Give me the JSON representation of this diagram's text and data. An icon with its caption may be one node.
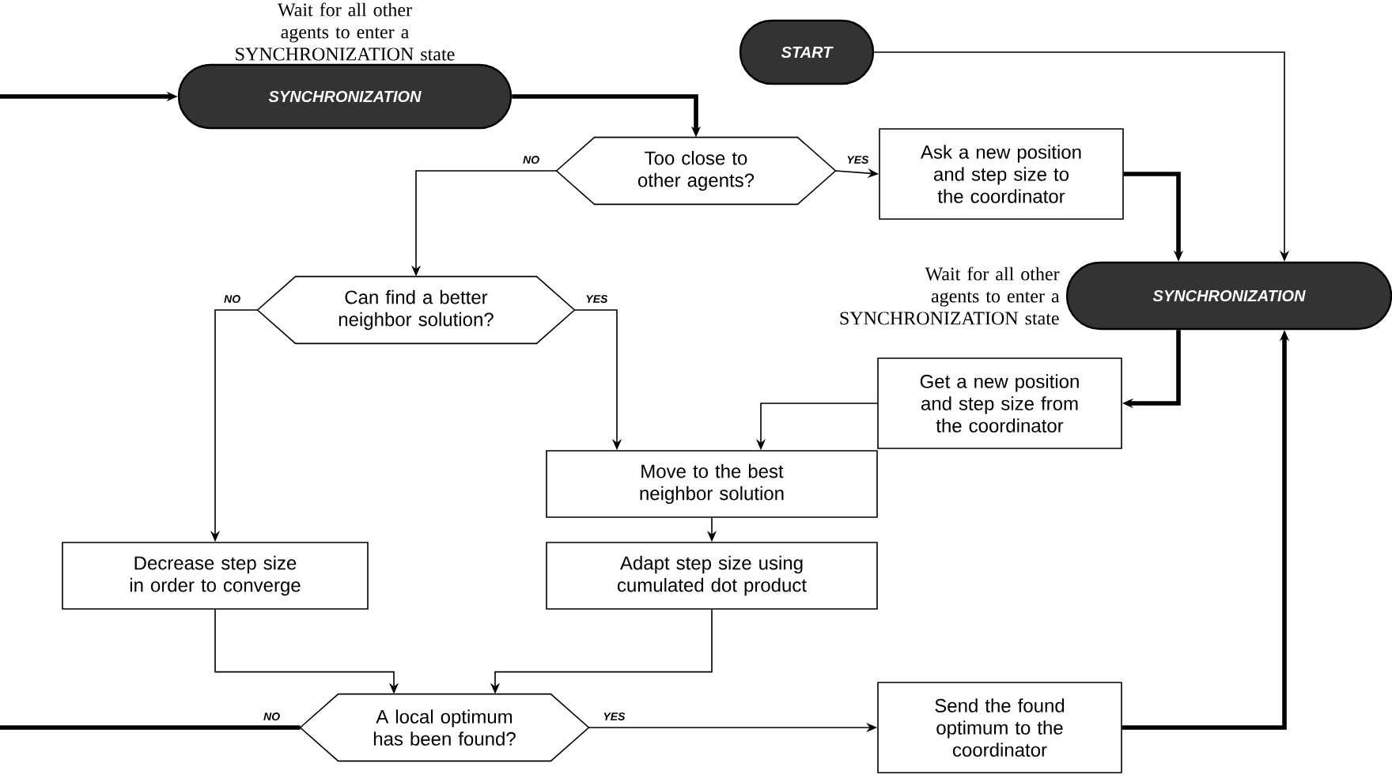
{
  "diagram": {
    "nodes": [
      {
        "text": [
          "SYNCHRONIZATION"
        ],
        "beside": [
          "Wait for all other agents to enter a SYNCHRONIZATION state"
        ]
      },
      {
        "text": [
          "START"
        ]
      },
      {
        "text": [
          "Too close to other agents?"
        ]
      },
      {
        "text": [
          "Ask a new position and step size to the coordinator"
        ]
      },
      {
        "text": [
          "SYNCHRONIZATION"
        ],
        "beside": [
          "Wait for all other agents to enter a SYNCHRONIZATION state"
        ]
      },
      {
        "text": [
          "Can find a better neighbor solution?"
        ]
      },
      {
        "text": [
          "Get a new position and step size from the coordinator"
        ]
      },
      {
        "text": [
          "Move to the best neighbor solution"
        ]
      },
      {
        "text": [
          "Decrease step size in order to converge"
        ]
      },
      {
        "text": [
          "Adapt step size using cumulated dot product"
        ]
      },
      {
        "text": [
          "A local optimum has been found?"
        ]
      },
      {
        "text": [
          "Send the found optimum to the coordinator"
        ]
      }
    ],
    "edges": [
      {
        "from": 0,
        "to": 2,
        "arrow": "to",
        "style": "thick"
      },
      {
        "from": 2,
        "to": 5,
        "arrow": "to",
        "label": "NO"
      },
      {
        "from": 2,
        "to": 3,
        "arrow": "to",
        "label": "YES"
      },
      {
        "from": 3,
        "to": 4,
        "arrow": "to",
        "style": "thick"
      },
      {
        "from": 1,
        "to": 4,
        "arrow": "to"
      },
      {
        "from": 4,
        "to": 6,
        "arrow": "to",
        "style": "thick"
      },
      {
        "from": 5,
        "to": 8,
        "arrow": "to",
        "label": "NO"
      },
      {
        "from": 5,
        "to": 7,
        "arrow": "to",
        "label": "YES"
      },
      {
        "from": 6,
        "to": 7,
        "arrow": "to"
      },
      {
        "from": 7,
        "to": 9,
        "arrow": "to"
      },
      {
        "from": 8,
        "to": 10,
        "arrow": "to"
      },
      {
        "from": 9,
        "to": 10,
        "arrow": "to"
      },
      {
        "from": 10,
        "to": 0,
        "arrow": "to",
        "label": "NO",
        "style": "thick"
      },
      {
        "from": 10,
        "to": 11,
        "arrow": "to",
        "label": "YES"
      },
      {
        "from": 11,
        "to": 4,
        "arrow": "to",
        "style": "thick"
      }
    ]
  }
}
